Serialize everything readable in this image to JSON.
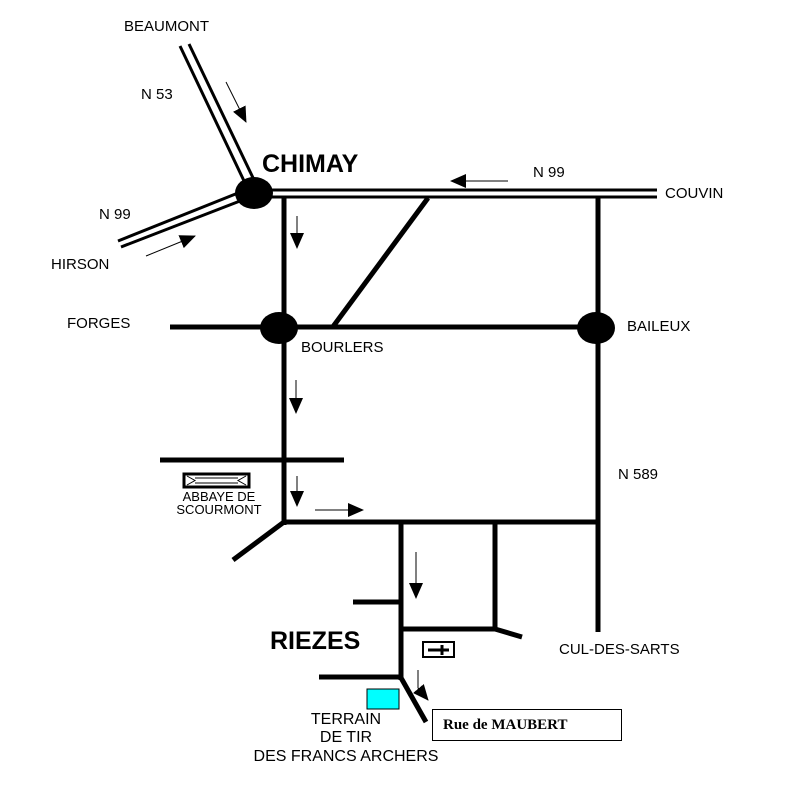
{
  "map": {
    "towns": {
      "beaumont": "BEAUMONT",
      "chimay": "CHIMAY",
      "couvin": "COUVIN",
      "hirson": "HIRSON",
      "forges": "FORGES",
      "bourlers": "BOURLERS",
      "baileux": "BAILEUX",
      "riezes": "RIEZES",
      "cul_des_sarts": "CUL-DES-SARTS"
    },
    "roads": {
      "n53": "N 53",
      "n99_east": "N 99",
      "n99_west": "N 99",
      "n589": "N 589"
    },
    "landmarks": {
      "abbey_line1": "ABBAYE DE",
      "abbey_line2": "SCOURMONT",
      "range_line1": "TERRAIN",
      "range_line2": "DE TIR",
      "range_line3": "DES FRANCS ARCHERS",
      "range_color": "#00ffff",
      "street": "Rue de MAUBERT"
    }
  }
}
